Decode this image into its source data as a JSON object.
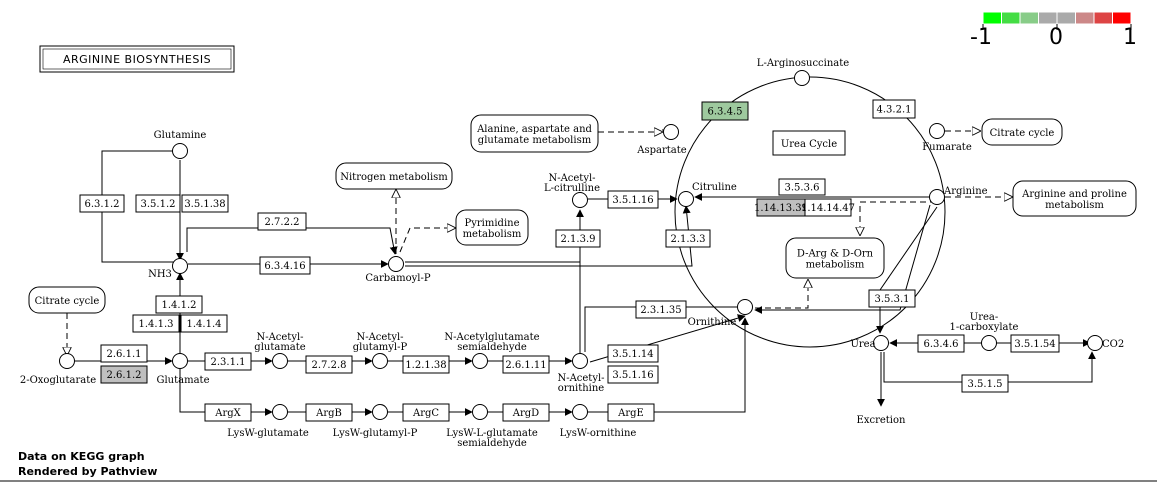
{
  "title": "ARGININE BIOSYNTHESIS",
  "footer": {
    "line1": "Data on KEGG graph",
    "line2": "Rendered by Pathview"
  },
  "legend": {
    "min_label": "-1",
    "mid_label": "0",
    "max_label": "1",
    "colors": [
      "#00ff00",
      "#44dd44",
      "#88cc88",
      "#aaaaaa",
      "#aaaaaa",
      "#cc8888",
      "#dd4444",
      "#ff0000"
    ]
  },
  "colors": {
    "up": "#9ec99e",
    "gray": "#bfbfbf",
    "white": "#ffffff",
    "line": "#000000"
  },
  "enzymes": [
    {
      "id": "e-6-3-4-5",
      "label": "6.3.4.5",
      "fill": "#9ec99e"
    },
    {
      "id": "e-4-3-2-1",
      "label": "4.3.2.1",
      "fill": "#ffffff"
    },
    {
      "id": "e-3-5-3-6",
      "label": "3.5.3.6",
      "fill": "#ffffff"
    },
    {
      "id": "e-1-14-13-39",
      "label": "1.14.13.39",
      "fill": "#bfbfbf"
    },
    {
      "id": "e-1-14-14-47",
      "label": "1.14.14.47",
      "fill": "#ffffff"
    },
    {
      "id": "e-6-3-1-2",
      "label": "6.3.1.2",
      "fill": "#ffffff"
    },
    {
      "id": "e-3-5-1-2",
      "label": "3.5.1.2",
      "fill": "#ffffff"
    },
    {
      "id": "e-3-5-1-38",
      "label": "3.5.1.38",
      "fill": "#ffffff"
    },
    {
      "id": "e-2-7-2-2",
      "label": "2.7.2.2",
      "fill": "#ffffff"
    },
    {
      "id": "e-6-3-4-16",
      "label": "6.3.4.16",
      "fill": "#ffffff"
    },
    {
      "id": "e-3-5-1-16-top",
      "label": "3.5.1.16",
      "fill": "#ffffff"
    },
    {
      "id": "e-2-1-3-9",
      "label": "2.1.3.9",
      "fill": "#ffffff"
    },
    {
      "id": "e-2-1-3-3",
      "label": "2.1.3.3",
      "fill": "#ffffff"
    },
    {
      "id": "e-2-3-1-35",
      "label": "2.3.1.35",
      "fill": "#ffffff"
    },
    {
      "id": "e-1-4-1-2",
      "label": "1.4.1.2",
      "fill": "#ffffff"
    },
    {
      "id": "e-1-4-1-3",
      "label": "1.4.1.3",
      "fill": "#ffffff"
    },
    {
      "id": "e-1-4-1-4",
      "label": "1.4.1.4",
      "fill": "#ffffff"
    },
    {
      "id": "e-2-6-1-1",
      "label": "2.6.1.1",
      "fill": "#ffffff"
    },
    {
      "id": "e-2-6-1-2",
      "label": "2.6.1.2",
      "fill": "#bfbfbf"
    },
    {
      "id": "e-2-3-1-1",
      "label": "2.3.1.1",
      "fill": "#ffffff"
    },
    {
      "id": "e-2-7-2-8",
      "label": "2.7.2.8",
      "fill": "#ffffff"
    },
    {
      "id": "e-1-2-1-38",
      "label": "1.2.1.38",
      "fill": "#ffffff"
    },
    {
      "id": "e-2-6-1-11",
      "label": "2.6.1.11",
      "fill": "#ffffff"
    },
    {
      "id": "e-3-5-1-14",
      "label": "3.5.1.14",
      "fill": "#ffffff"
    },
    {
      "id": "e-3-5-1-16-bot",
      "label": "3.5.1.16",
      "fill": "#ffffff"
    },
    {
      "id": "e-3-5-3-1",
      "label": "3.5.3.1",
      "fill": "#ffffff"
    },
    {
      "id": "e-6-3-4-6",
      "label": "6.3.4.6",
      "fill": "#ffffff"
    },
    {
      "id": "e-3-5-1-54",
      "label": "3.5.1.54",
      "fill": "#ffffff"
    },
    {
      "id": "e-3-5-1-5",
      "label": "3.5.1.5",
      "fill": "#ffffff"
    },
    {
      "id": "e-argx",
      "label": "ArgX",
      "fill": "#ffffff"
    },
    {
      "id": "e-argb",
      "label": "ArgB",
      "fill": "#ffffff"
    },
    {
      "id": "e-argc",
      "label": "ArgC",
      "fill": "#ffffff"
    },
    {
      "id": "e-argd",
      "label": "ArgD",
      "fill": "#ffffff"
    },
    {
      "id": "e-arge",
      "label": "ArgE",
      "fill": "#ffffff"
    }
  ],
  "compounds": [
    {
      "id": "c-l-arginosuccinate",
      "label": "L-Arginosuccinate"
    },
    {
      "id": "c-aspartate",
      "label": "Aspartate"
    },
    {
      "id": "c-fumarate",
      "label": "Fumarate"
    },
    {
      "id": "c-citruline",
      "label": "Citruline"
    },
    {
      "id": "c-arginine",
      "label": "Arginine"
    },
    {
      "id": "c-glutamine",
      "label": "Glutamine"
    },
    {
      "id": "c-nh3",
      "label": "NH3"
    },
    {
      "id": "c-carbamoyl-p",
      "label": "Carbamoyl-P"
    },
    {
      "id": "c-n-acetyl-l-citrulline",
      "label": "N-Acetyl-\nL-citrulline"
    },
    {
      "id": "c-ornithine",
      "label": "Ornithine"
    },
    {
      "id": "c-2-oxoglutarate",
      "label": "2-Oxoglutarate"
    },
    {
      "id": "c-glutamate",
      "label": "Glutamate"
    },
    {
      "id": "c-n-acetyl-glutamate",
      "label": "N-Acetyl-\nglutamate"
    },
    {
      "id": "c-n-acetyl-glutamyl-p",
      "label": "N-Acetyl-\nglutamyl-P"
    },
    {
      "id": "c-n-acetylglutamate-semialdehyde",
      "label": "N-Acetylglutamate\nsemialdehyde"
    },
    {
      "id": "c-n-acetyl-ornithine",
      "label": "N-Acetyl-\nornithine"
    },
    {
      "id": "c-urea",
      "label": "Urea"
    },
    {
      "id": "c-urea-1-carboxylate",
      "label": "Urea-\n1-carboxylate"
    },
    {
      "id": "c-co2",
      "label": "CO2"
    },
    {
      "id": "c-excretion",
      "label": "Excretion"
    },
    {
      "id": "c-lysw-glutamate",
      "label": "LysW-glutamate"
    },
    {
      "id": "c-lysw-glutamyl-p",
      "label": "LysW-glutamyl-P"
    },
    {
      "id": "c-lysw-l-glutamate-semialdehyde",
      "label": "LysW-L-glutamate\nsemialdehyde"
    },
    {
      "id": "c-lysw-ornithine",
      "label": "LysW-ornithine"
    }
  ],
  "maps": [
    {
      "id": "m-alanine",
      "label": "Alanine, aspartate and\nglutamate metabolism"
    },
    {
      "id": "m-citrate-right",
      "label": "Citrate cycle"
    },
    {
      "id": "m-arginine-proline",
      "label": "Arginine and proline\nmetabolism"
    },
    {
      "id": "m-nitrogen",
      "label": "Nitrogen metabolism"
    },
    {
      "id": "m-pyrimidine",
      "label": "Pyrimidine\nmetabolism"
    },
    {
      "id": "m-d-arg",
      "label": "D-Arg & D-Orn\nmetabolism"
    },
    {
      "id": "m-citrate-left",
      "label": "Citrate cycle"
    }
  ],
  "urea_cycle_label": "Urea Cycle"
}
